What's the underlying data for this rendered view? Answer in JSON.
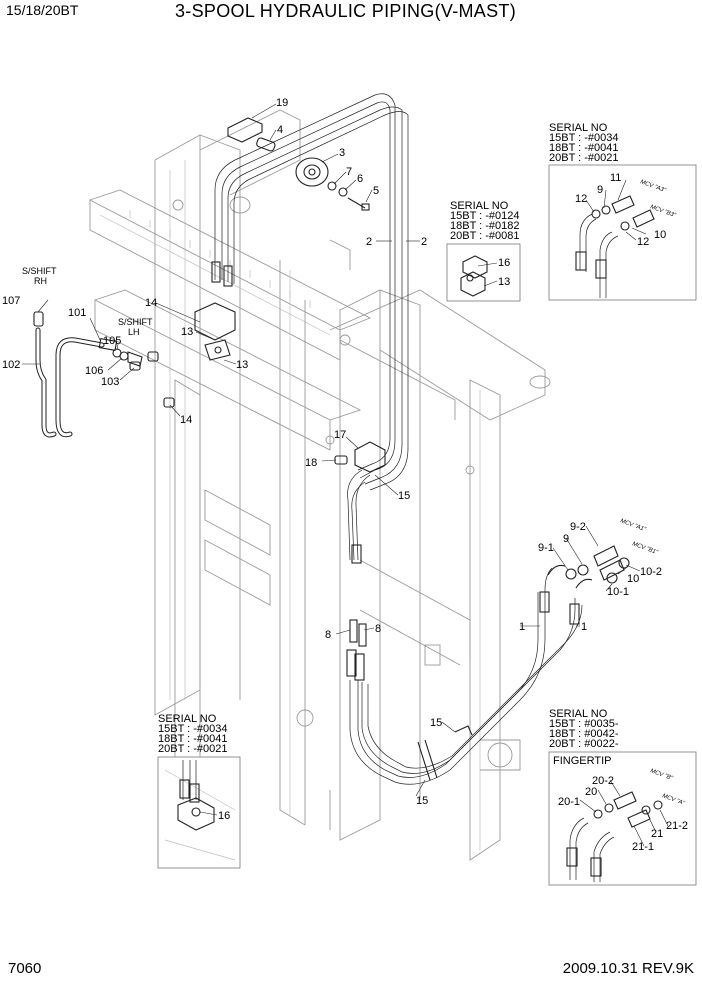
{
  "header": {
    "model": "15/18/20BT",
    "title": "3-SPOOL HYDRAULIC PIPING(V-MAST)"
  },
  "footer": {
    "page": "7060",
    "date_rev": "2009.10.31  REV.9K"
  },
  "insets": {
    "top_right": {
      "title": "SERIAL NO",
      "lines": [
        "15BT : -#0034",
        "18BT : -#0041",
        "20BT : -#0021"
      ]
    },
    "mid": {
      "title": "SERIAL NO",
      "lines": [
        "15BT : -#0124",
        "18BT : -#0182",
        "20BT : -#0081"
      ]
    },
    "bottom_left": {
      "title": "SERIAL NO",
      "lines": [
        "15BT : -#0034",
        "18BT : -#0041",
        "20BT : -#0021"
      ]
    },
    "bottom_right": {
      "title": "SERIAL NO",
      "lines": [
        "15BT : #0035-",
        "18BT : #0042-",
        "20BT : #0022-"
      ],
      "subtitle": "FINGERTIP"
    }
  },
  "side_labels": {
    "sshift_rh": [
      "S/SHIFT",
      "RH"
    ],
    "sshift_lh": [
      "S/SHIFT",
      "LH"
    ]
  },
  "mcv_labels": {
    "a1": "MCV \"A1\"",
    "b1": "MCV \"B1\"",
    "a3": "MCV \"A3\"",
    "b3": "MCV \"B3\"",
    "b": "MCV \"B\"",
    "a": "MCV \"A\""
  },
  "callouts": {
    "c19": "19",
    "c4": "4",
    "c3": "3",
    "c7": "7",
    "c6": "6",
    "c5": "5",
    "c2a": "2",
    "c2b": "2",
    "c14a": "14",
    "c13a": "13",
    "c13b": "13",
    "c14b": "14",
    "c107": "107",
    "c101": "101",
    "c102": "102",
    "c105": "105",
    "c106": "106",
    "c103": "103",
    "c17": "17",
    "c18": "18",
    "c15a": "15",
    "c15b": "15",
    "c15c": "15",
    "c8a": "8",
    "c8b": "8",
    "c1a": "1",
    "c1b": "1",
    "tr_11": "11",
    "tr_9": "9",
    "tr_12a": "12",
    "tr_10": "10",
    "tr_12b": "12",
    "mid_16": "16",
    "mid_13": "13",
    "r_9_2": "9-2",
    "r_9": "9",
    "r_9_1": "9-1",
    "r_10": "10",
    "r_10_2": "10-2",
    "r_10_1": "10-1",
    "bl_16": "16",
    "br_20_2": "20-2",
    "br_20": "20",
    "br_20_1": "20-1",
    "br_21": "21",
    "br_21_2": "21-2",
    "br_21_1": "21-1"
  }
}
